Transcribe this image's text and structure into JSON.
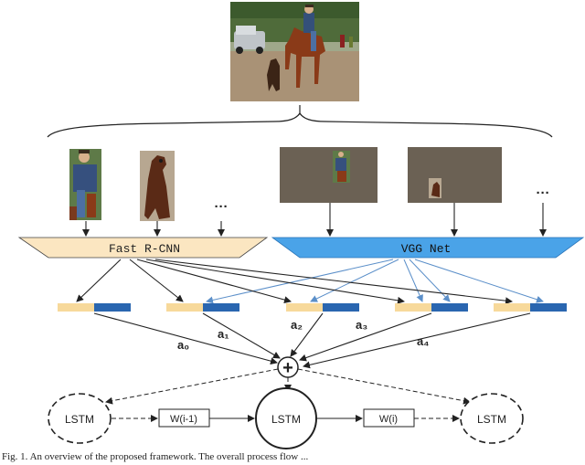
{
  "modules": {
    "fast_rcnn": "Fast R-CNN",
    "vgg_net": "VGG Net"
  },
  "ellipsis": "···",
  "weights": [
    "a₀",
    "a₁",
    "a₂",
    "a₃",
    "a₄"
  ],
  "plus": "+",
  "lstm_label": "LSTM",
  "w_prev": "W(i-1)",
  "w_curr": "W(i)",
  "caption": "Fig. 1. An overview of the proposed framework. The overall process flow ...",
  "colors": {
    "fast_rcnn_fill": "#fbe6c1",
    "vgg_fill": "#4aa3e8",
    "feat_left": "#f7d99b",
    "feat_right": "#2a66b0",
    "vgg_arrow": "#5b8fc9",
    "panel_bg": "#6b6154"
  }
}
